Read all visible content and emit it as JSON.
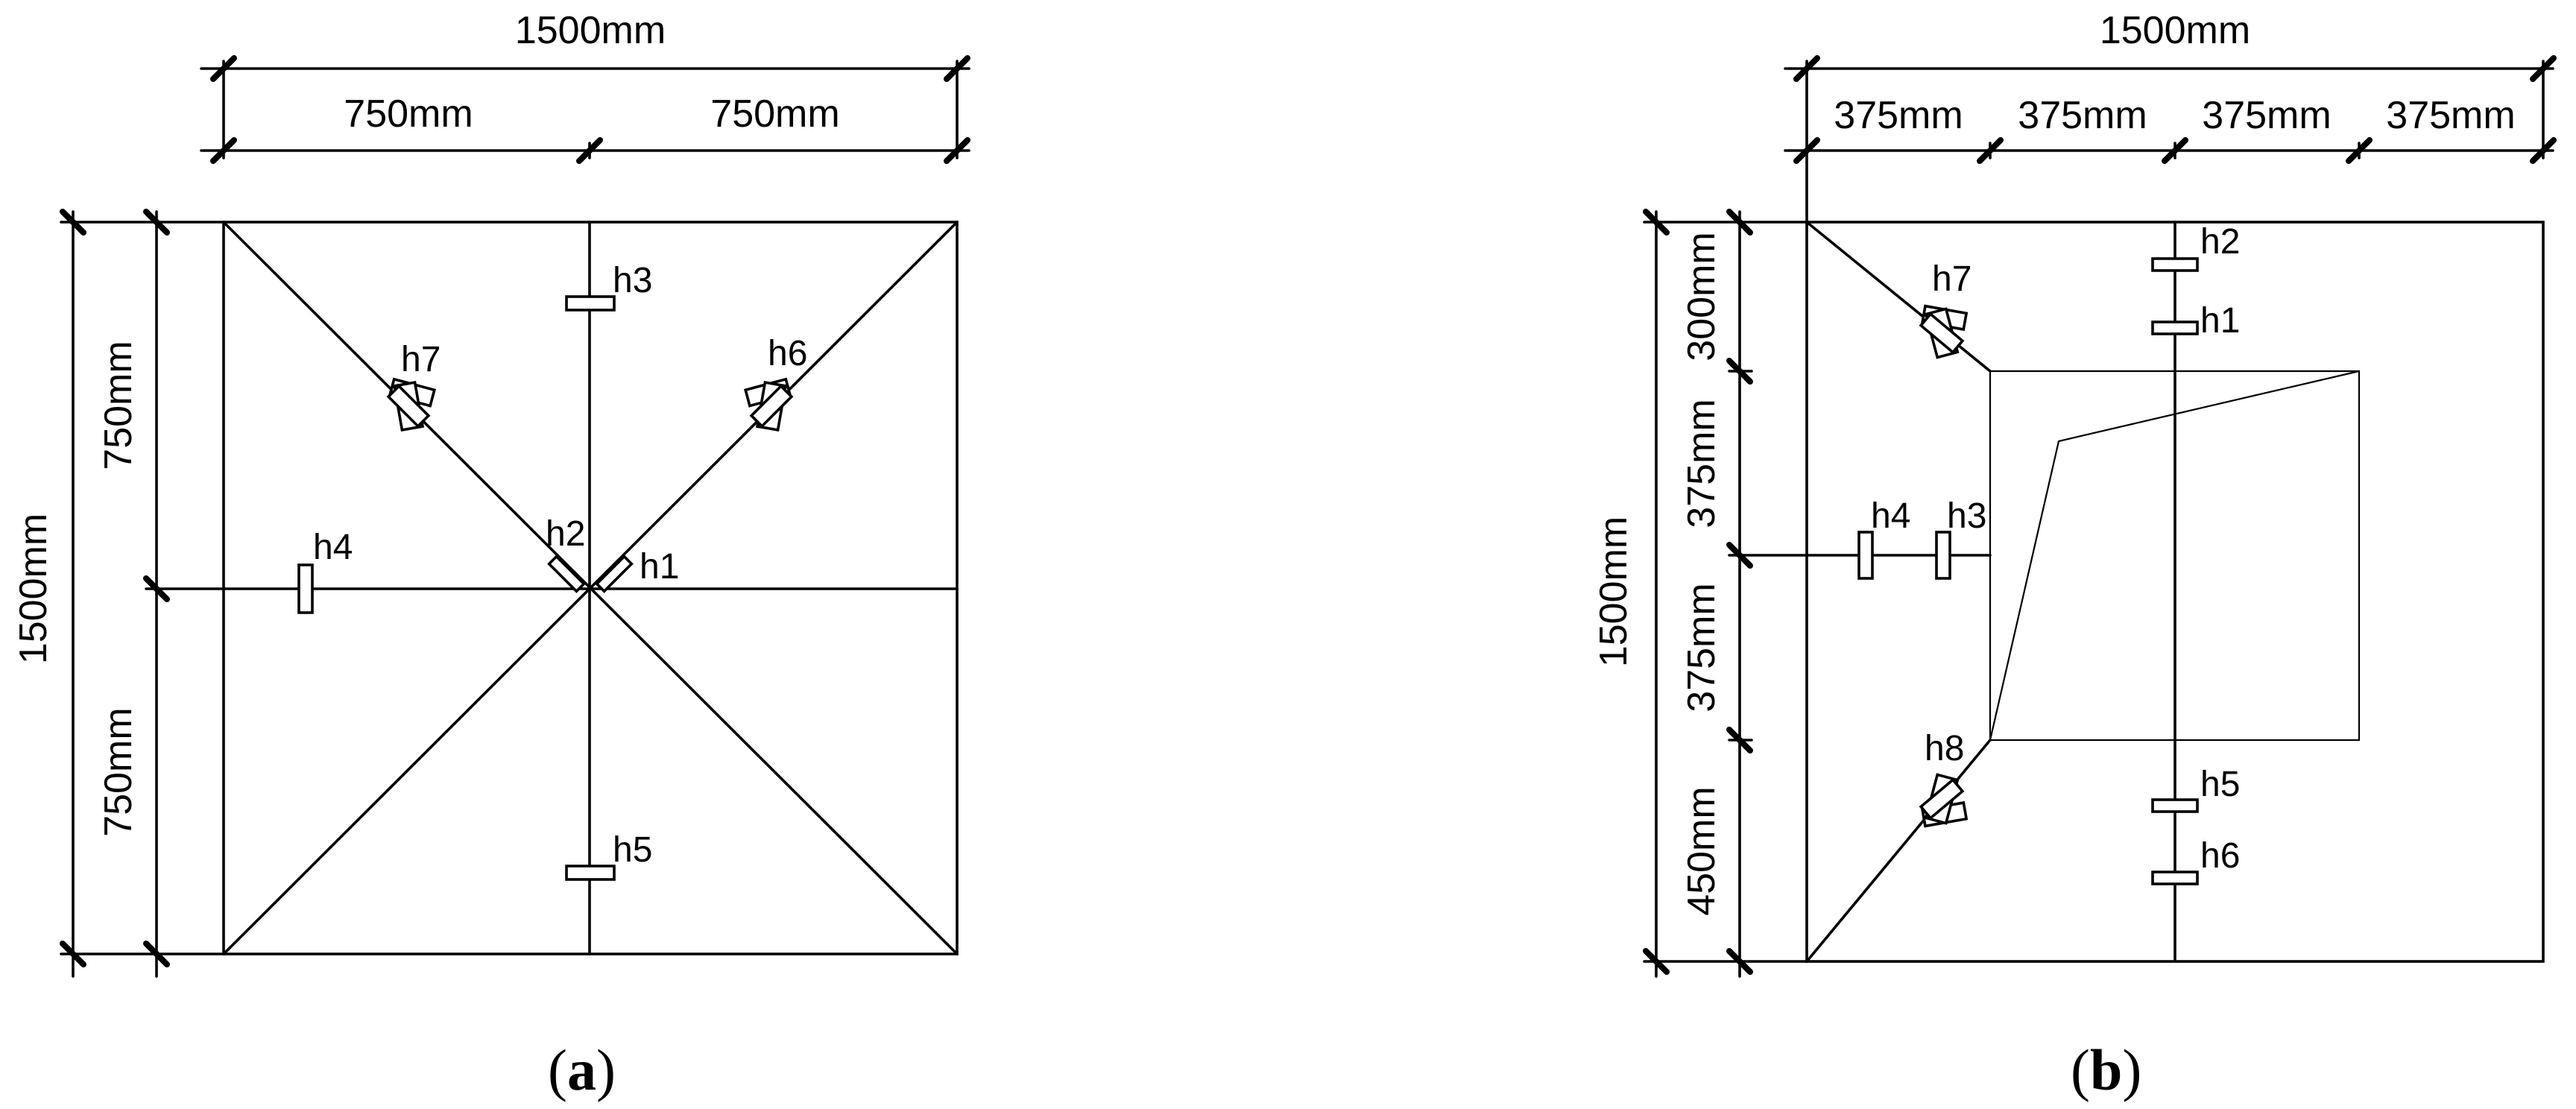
{
  "panel_a": {
    "caption": {
      "open": "(",
      "letter": "a",
      "close": ")"
    },
    "dims": {
      "top_total": "1500mm",
      "top_left": "750mm",
      "top_right": "750mm",
      "left_total": "1500mm",
      "left_upper": "750mm",
      "left_lower": "750mm"
    },
    "gauges": {
      "h1": "h1",
      "h2": "h2",
      "h3": "h3",
      "h4": "h4",
      "h5": "h5",
      "h6": "h6",
      "h7": "h7"
    }
  },
  "panel_b": {
    "caption": {
      "open": "(",
      "letter": "b",
      "close": ")"
    },
    "dims": {
      "top_total": "1500mm",
      "top_1": "375mm",
      "top_2": "375mm",
      "top_3": "375mm",
      "top_4": "375mm",
      "left_total": "1500mm",
      "left_1": "300mm",
      "left_2": "375mm",
      "left_3": "375mm",
      "left_4": "450mm"
    },
    "gauges": {
      "h1": "h1",
      "h2": "h2",
      "h3": "h3",
      "h4": "h4",
      "h5": "h5",
      "h6": "h6",
      "h7": "h7",
      "h8": "h8"
    }
  }
}
